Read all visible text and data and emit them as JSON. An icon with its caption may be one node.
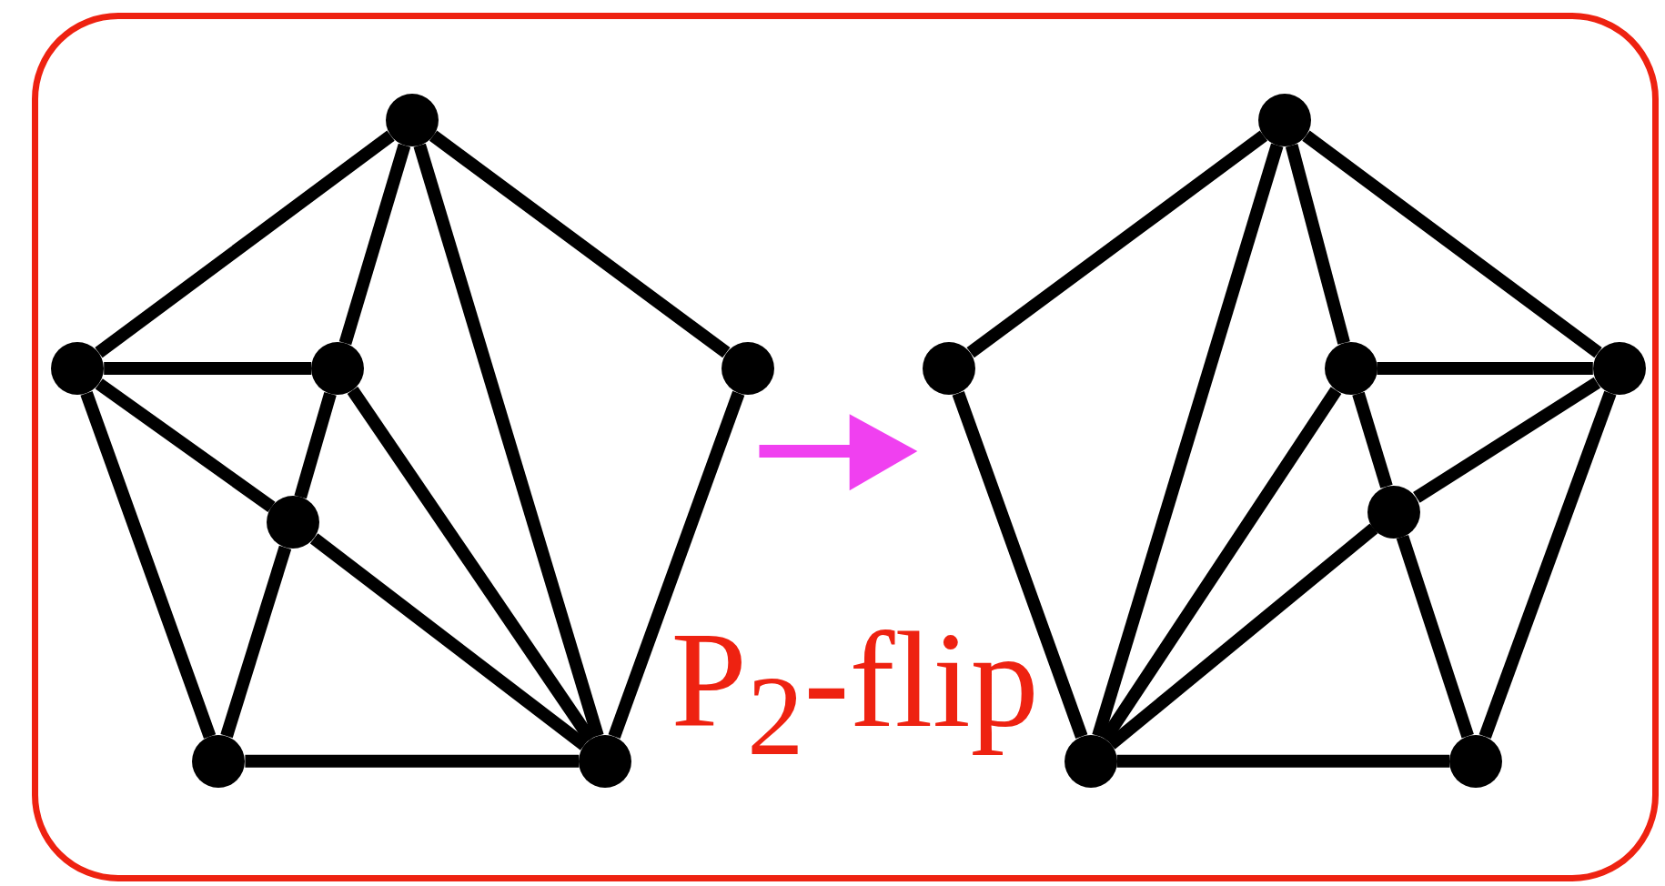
{
  "diagram": {
    "nodes": [
      {
        "text": [],
        "shape": "box"
      },
      {
        "text": [],
        "shape": "circle",
        "in": 0
      },
      {
        "text": [],
        "shape": "circle",
        "in": 0
      },
      {
        "text": [],
        "shape": "circle",
        "in": 0
      },
      {
        "text": [],
        "shape": "circle",
        "in": 0
      },
      {
        "text": [],
        "shape": "circle",
        "in": 0
      },
      {
        "text": [],
        "shape": "circle",
        "in": 0
      },
      {
        "text": [],
        "shape": "circle",
        "in": 0
      },
      {
        "text": [],
        "shape": "circle",
        "in": 0
      },
      {
        "text": [],
        "shape": "circle",
        "in": 0
      },
      {
        "text": [],
        "shape": "circle",
        "in": 0
      },
      {
        "text": [],
        "shape": "circle",
        "in": 0
      },
      {
        "text": [],
        "shape": "circle",
        "in": 0
      },
      {
        "text": [],
        "shape": "circle",
        "in": 0
      },
      {
        "text": [],
        "shape": "circle",
        "in": 0
      }
    ],
    "edges": [
      {
        "from": 5,
        "to": 1,
        "arrow": "none"
      },
      {
        "from": 5,
        "to": 4,
        "arrow": "none"
      },
      {
        "from": 5,
        "to": 6,
        "arrow": "none"
      },
      {
        "from": 5,
        "to": 7,
        "arrow": "none"
      },
      {
        "from": 1,
        "to": 4,
        "arrow": "none"
      },
      {
        "from": 1,
        "to": 3,
        "arrow": "none"
      },
      {
        "from": 1,
        "to": 2,
        "arrow": "none"
      },
      {
        "from": 4,
        "to": 3,
        "arrow": "none"
      },
      {
        "from": 4,
        "to": 6,
        "arrow": "none"
      },
      {
        "from": 3,
        "to": 2,
        "arrow": "none"
      },
      {
        "from": 3,
        "to": 6,
        "arrow": "none"
      },
      {
        "from": 2,
        "to": 6,
        "arrow": "none"
      },
      {
        "from": 7,
        "to": 6,
        "arrow": "none"
      },
      {
        "from": 10,
        "to": 8,
        "arrow": "none"
      },
      {
        "from": 10,
        "to": 9,
        "arrow": "none"
      },
      {
        "from": 10,
        "to": 11,
        "arrow": "none"
      },
      {
        "from": 10,
        "to": 14,
        "arrow": "none"
      },
      {
        "from": 11,
        "to": 14,
        "arrow": "none"
      },
      {
        "from": 11,
        "to": 9,
        "arrow": "none"
      },
      {
        "from": 11,
        "to": 12,
        "arrow": "none"
      },
      {
        "from": 12,
        "to": 14,
        "arrow": "none"
      },
      {
        "from": 12,
        "to": 9,
        "arrow": "none"
      },
      {
        "from": 12,
        "to": 13,
        "arrow": "none"
      },
      {
        "from": 8,
        "to": 9,
        "arrow": "none"
      },
      {
        "from": 9,
        "to": 13,
        "arrow": "none"
      },
      {
        "from": 14,
        "to": 13,
        "arrow": "none"
      }
    ],
    "labels": [
      "P$_{2}$-flip"
    ]
  }
}
